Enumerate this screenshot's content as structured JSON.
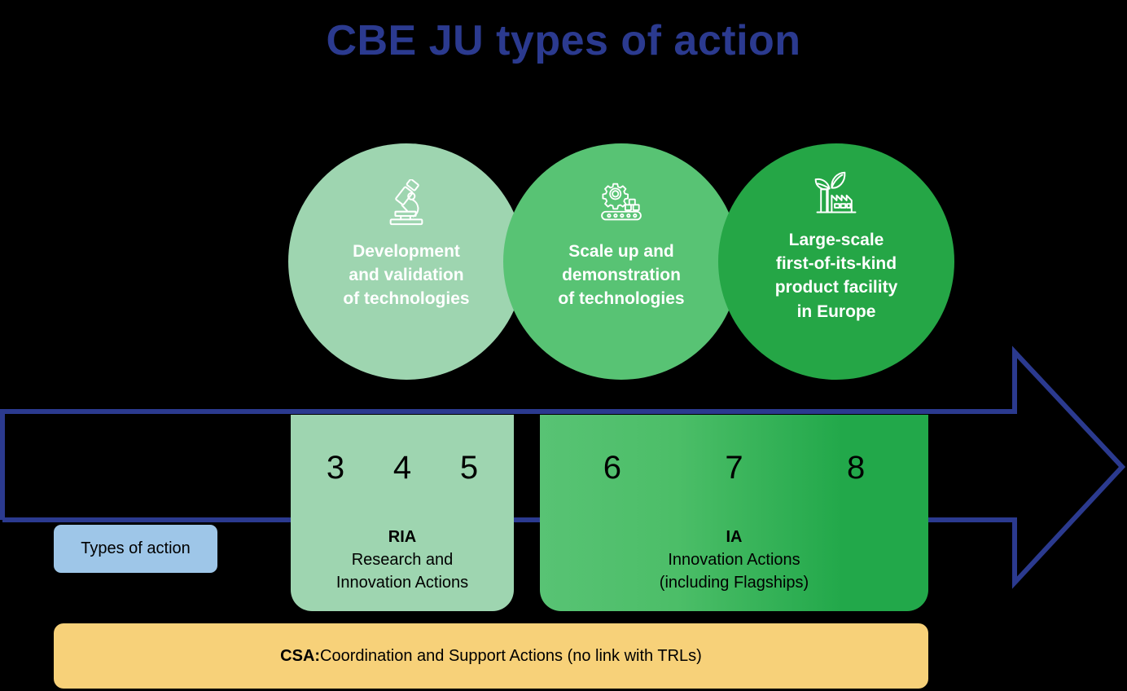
{
  "title": "CBE JU types of action",
  "colors": {
    "navy": "#2B3A8F",
    "green_light": "#9ED5B0",
    "green_mid": "#58C374",
    "green_dark": "#22A84A",
    "blue_pill": "#9EC6E8",
    "amber": "#F7D179",
    "background": "#000000"
  },
  "circles": [
    {
      "icon": "microscope-icon",
      "text": "Development\nand validation\nof technologies",
      "color": "#9ED5B0"
    },
    {
      "icon": "gear-conveyor-icon",
      "text": "Scale up and\ndemonstration\nof technologies",
      "color": "#58C374"
    },
    {
      "icon": "factory-leaf-icon",
      "text": "Large-scale\nfirst-of-its-kind\nproduct facility\nin Europe",
      "color": "#25A646"
    }
  ],
  "arrow": {
    "icon": "right-arrow-outline",
    "color": "#2B3A8F"
  },
  "types_pill": {
    "label": "Types of action"
  },
  "blocks": [
    {
      "trls": [
        "3",
        "4",
        "5"
      ],
      "abbr": "RIA",
      "desc": "Research and\nInnovation Actions",
      "color": "#9ED5B0"
    },
    {
      "trls": [
        "6",
        "7",
        "8"
      ],
      "abbr": "IA",
      "desc": "Innovation Actions\n(including Flagships)",
      "color": "#58C374"
    }
  ],
  "csa": {
    "abbr": "CSA:",
    "text": " Coordination and Support Actions (no link with TRLs)"
  }
}
